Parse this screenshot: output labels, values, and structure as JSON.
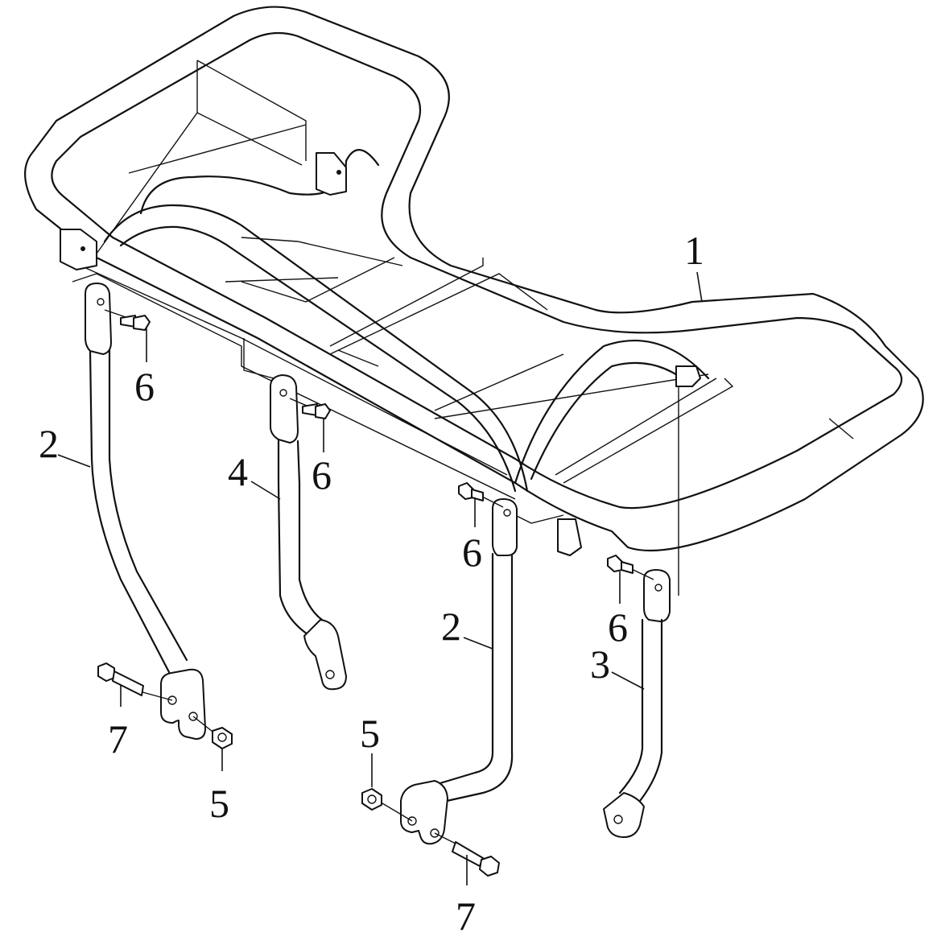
{
  "callouts": {
    "c1": "1",
    "c2a": "2",
    "c2b": "2",
    "c3": "3",
    "c4": "4",
    "c5a": "5",
    "c5b": "5",
    "c6a": "6",
    "c6b": "6",
    "c6c": "6",
    "c6d": "6",
    "c7a": "7",
    "c7b": "7"
  }
}
